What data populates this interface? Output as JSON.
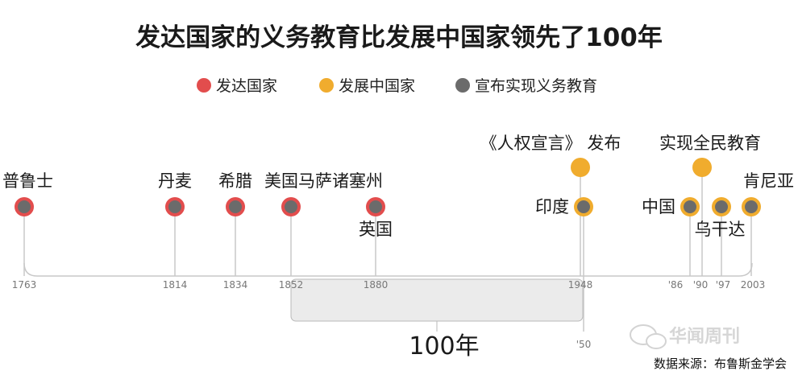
{
  "chart_data": {
    "type": "timeline",
    "title": "发达国家的义务教育比发展中国家领先了100年",
    "legend": [
      {
        "label": "发达国家",
        "color": "#e24d4d"
      },
      {
        "label": "发展中国家",
        "color": "#f0ac2e"
      },
      {
        "label": "宣布实现义务教育",
        "color": "#6b6b6b"
      }
    ],
    "axis_ticks": [
      "1763",
      "1814",
      "1834",
      "1852",
      "1880",
      "1948",
      "'50",
      "'86",
      "'90",
      "'97",
      "2003"
    ],
    "events": [
      {
        "label": "普鲁士",
        "year": 1763,
        "group": "发达国家",
        "label_pos": "above"
      },
      {
        "label": "丹麦",
        "year": 1814,
        "group": "发达国家",
        "label_pos": "above"
      },
      {
        "label": "希腊",
        "year": 1834,
        "group": "发达国家",
        "label_pos": "above"
      },
      {
        "label": "美国马萨诸塞州",
        "year": 1852,
        "group": "发达国家",
        "label_pos": "above"
      },
      {
        "label": "英国",
        "year": 1880,
        "group": "发达国家",
        "label_pos": "below"
      },
      {
        "label": "印度",
        "year": 1950,
        "group": "发展中国家",
        "label_pos": "left"
      },
      {
        "label": "中国",
        "year": 1986,
        "group": "发展中国家",
        "label_pos": "left"
      },
      {
        "label": "乌干达",
        "year": 1997,
        "group": "发展中国家",
        "label_pos": "below"
      },
      {
        "label": "肯尼亚",
        "year": 2003,
        "group": "发展中国家",
        "label_pos": "above"
      }
    ],
    "milestones": [
      {
        "label": "《人权宣言》 发布",
        "year": 1948
      },
      {
        "label": "实现全民教育",
        "year": 1990
      }
    ],
    "span": {
      "from": 1852,
      "to": 1950,
      "label": "100年"
    }
  },
  "watermark": "华闻周刊",
  "source": "数据来源：布鲁斯金学会"
}
